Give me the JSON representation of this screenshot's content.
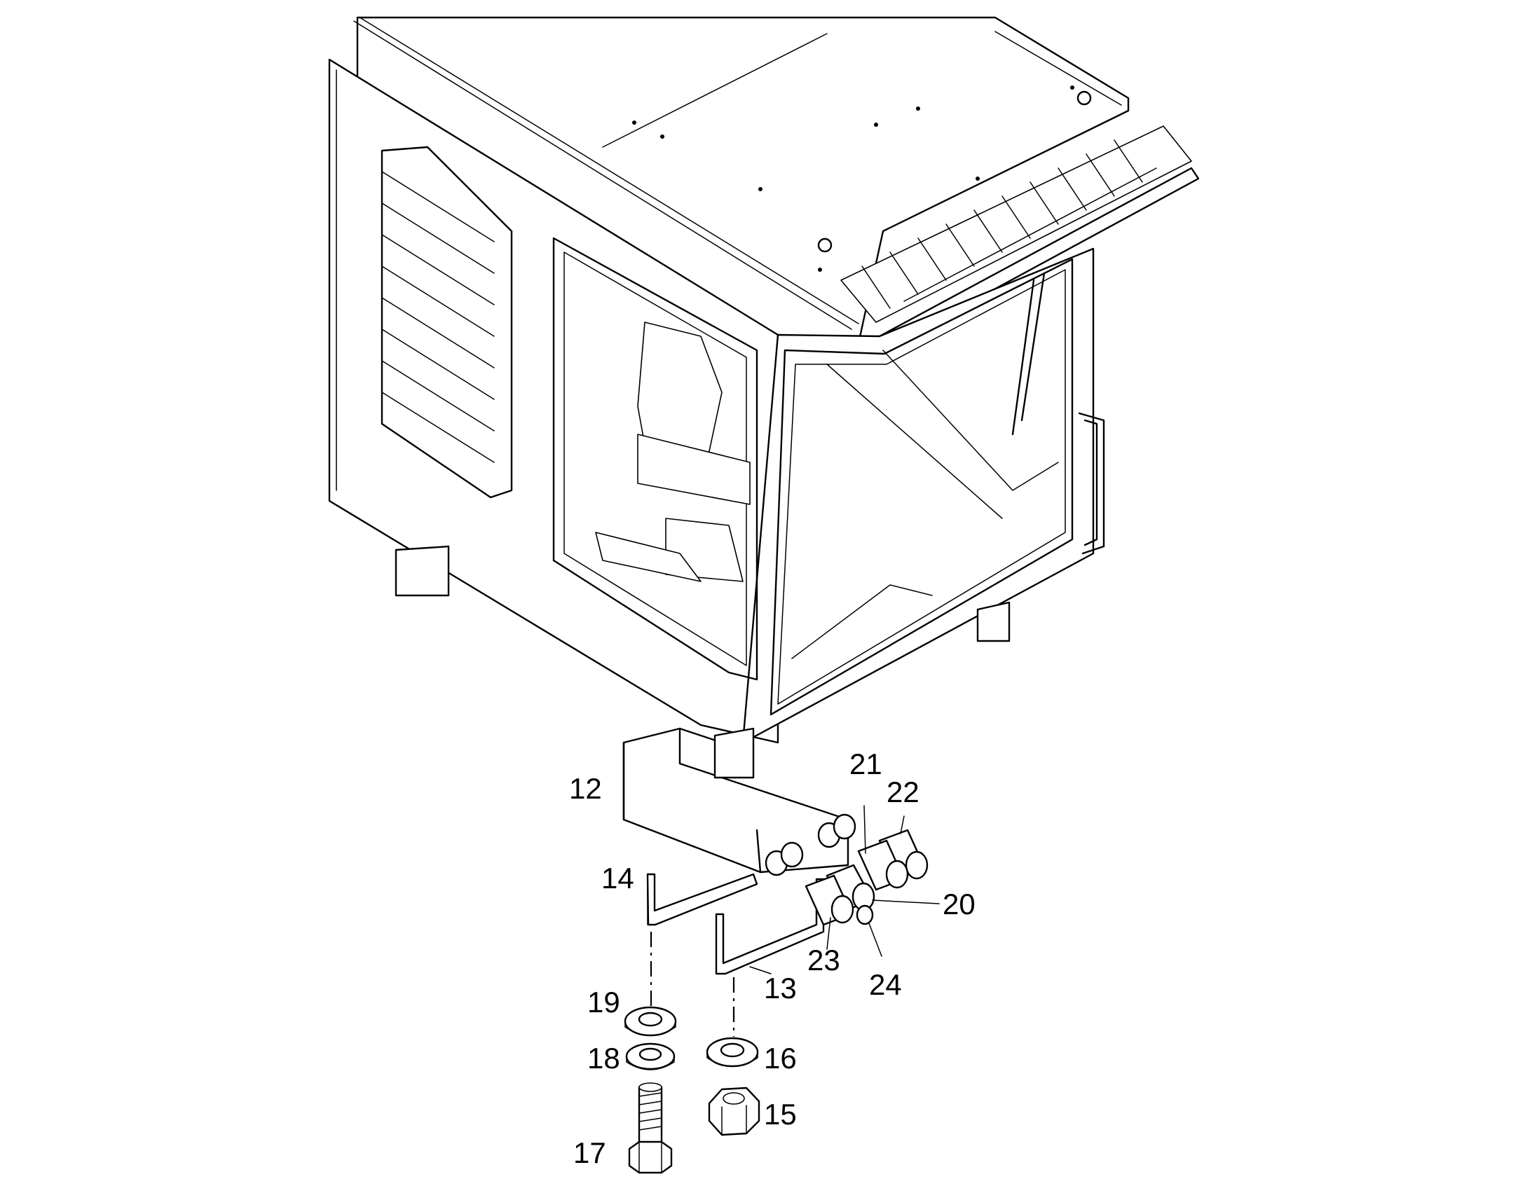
{
  "callouts": [
    {
      "id": "12",
      "text": "12"
    },
    {
      "id": "13",
      "text": "13"
    },
    {
      "id": "14",
      "text": "14"
    },
    {
      "id": "15",
      "text": "15"
    },
    {
      "id": "16",
      "text": "16"
    },
    {
      "id": "17",
      "text": "17"
    },
    {
      "id": "18",
      "text": "18"
    },
    {
      "id": "19",
      "text": "19"
    },
    {
      "id": "20",
      "text": "20"
    },
    {
      "id": "21",
      "text": "21"
    },
    {
      "id": "22",
      "text": "22"
    },
    {
      "id": "23",
      "text": "23"
    },
    {
      "id": "24",
      "text": "24"
    }
  ]
}
